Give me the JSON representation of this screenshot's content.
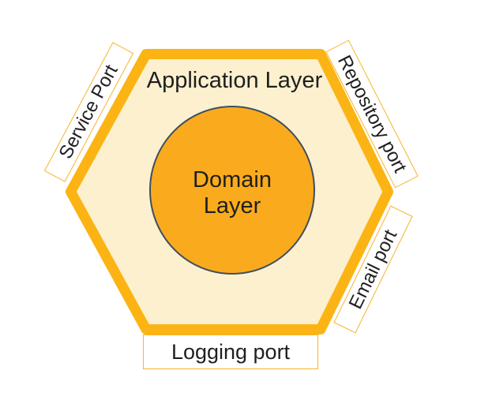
{
  "colors": {
    "bg": "#ffffff",
    "amber": "#fbb414",
    "hex-fill": "#fcf0ce",
    "circle-fill": "#faab1d",
    "circle-stroke": "#3f4e61",
    "label-border": "#f8b42c",
    "text": "#1f1f1f"
  },
  "diagram": {
    "application_layer_label": "Application Layer",
    "domain_layer_label": "Domain Layer",
    "ports": {
      "service": {
        "label": "Service Port"
      },
      "repository": {
        "label": "Repository port"
      },
      "email": {
        "label": "Email port"
      },
      "logging": {
        "label": "Logging port"
      }
    }
  }
}
